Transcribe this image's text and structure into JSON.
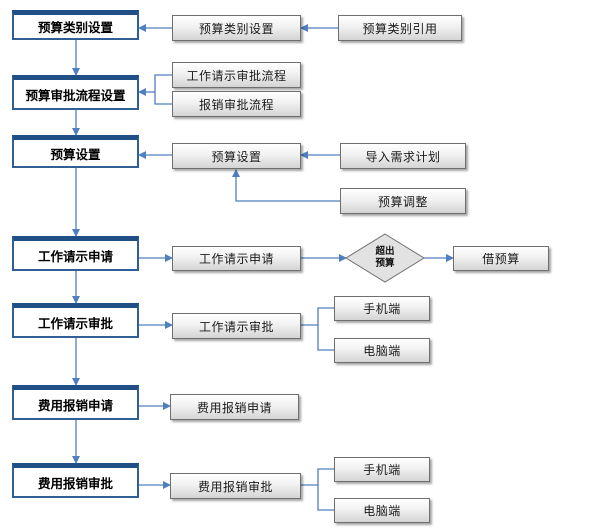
{
  "main_steps": [
    "预算类别设置",
    "预算审批流程设置",
    "预算设置",
    "工作请示申请",
    "工作请示审批",
    "费用报销申请",
    "费用报销审批"
  ],
  "boxes": {
    "budget_category_setting": "预算类别设置",
    "budget_category_ref": "预算类别引用",
    "work_request_flow": "工作请示审批流程",
    "reimburse_flow": "报销审批流程",
    "budget_setting": "预算设置",
    "import_demand_plan": "导入需求计划",
    "budget_adjust": "预算调整",
    "work_request_apply": "工作请示申请",
    "borrow_budget": "借预算",
    "work_request_approve": "工作请示审批",
    "mobile_1": "手机端",
    "pc_1": "电脑端",
    "expense_apply": "费用报销申请",
    "expense_approve": "费用报销审批",
    "mobile_2": "手机端",
    "pc_2": "电脑端"
  },
  "decision": {
    "line1": "超出",
    "line2": "预算"
  },
  "colors": {
    "arrow": "#4f7fbf",
    "main_border": "#2f5f94"
  }
}
